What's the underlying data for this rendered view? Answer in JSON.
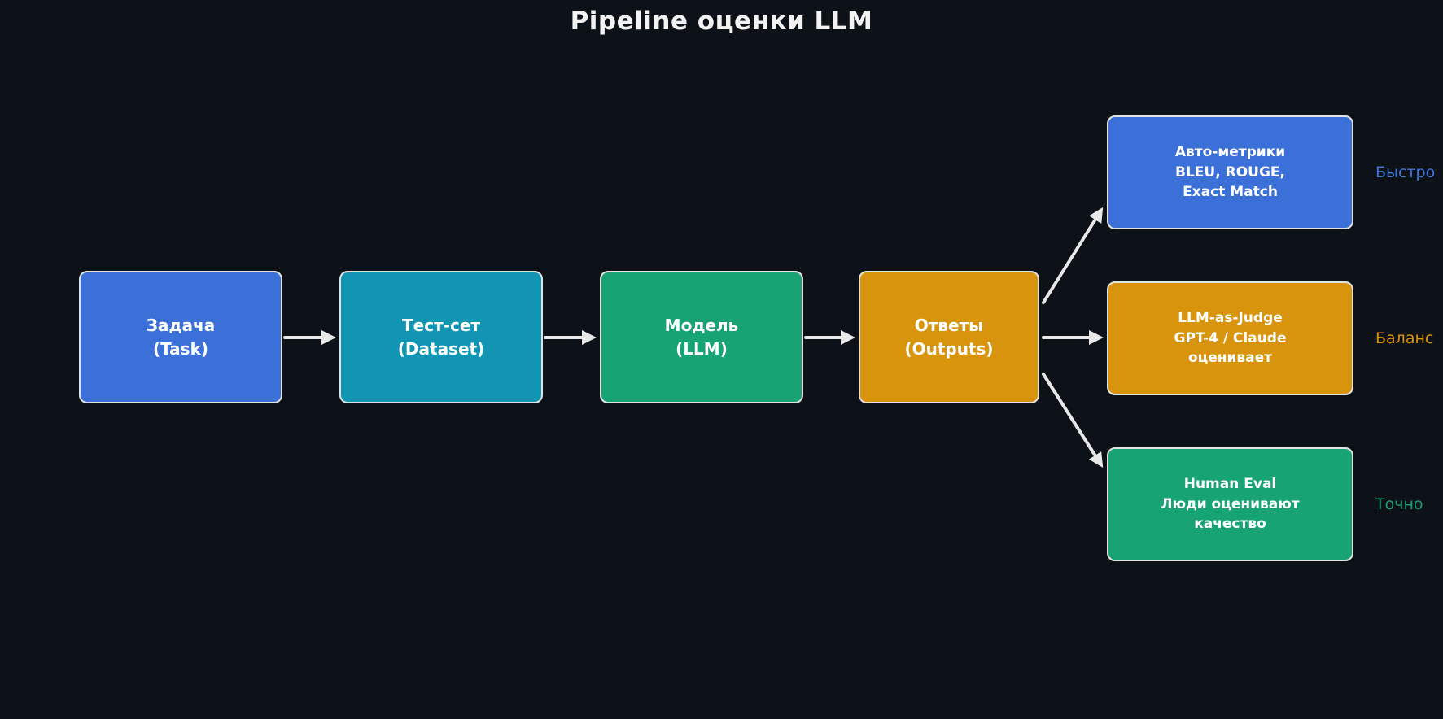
{
  "title": "Pipeline оценки LLM",
  "pipeline": {
    "task": {
      "label": "Задача\n(Task)"
    },
    "dataset": {
      "label": "Тест-сет\n(Dataset)"
    },
    "model": {
      "label": "Модель\n(LLM)"
    },
    "outputs": {
      "label": "Ответы\n(Outputs)"
    }
  },
  "evaluation_methods": {
    "auto_metrics": {
      "label": "Авто-метрики\nBLEU, ROUGE,\nExact Match",
      "tag": "Быстро"
    },
    "llm_judge": {
      "label": "LLM-as-Judge\nGPT-4 / Claude\nоценивает",
      "tag": "Баланс"
    },
    "human_eval": {
      "label": "Human Eval\nЛюди оценивают\nкачество",
      "tag": "Точно"
    }
  },
  "colors": {
    "background": "#0d1118",
    "blue": "#3a70d8",
    "teal": "#1295b2",
    "green": "#17a374",
    "orange": "#d9940e",
    "arrow": "#e8e8e8",
    "border": "#e2e2e2",
    "text": "#ffffff",
    "tag_fast": "#3f74dd",
    "tag_balance": "#d9940e",
    "tag_accurate": "#17a374"
  }
}
